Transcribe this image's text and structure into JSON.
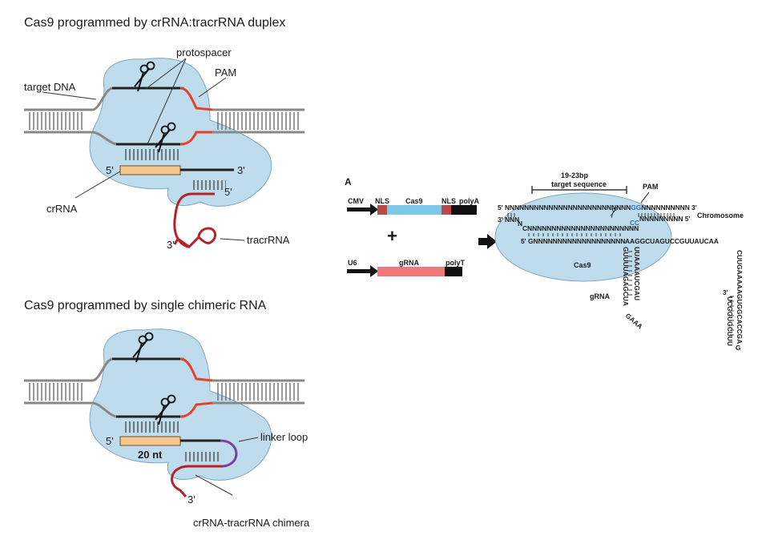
{
  "left_panel": {
    "title_duplex": "Cas9 programmed by crRNA:tracrRNA duplex",
    "title_chimeric": "Cas9 programmed by single chimeric RNA",
    "label_target_dna": "target DNA",
    "label_protospacer": "protospacer",
    "label_pam": "PAM",
    "label_crrna": "crRNA",
    "label_tracrrna": "tracrRNA",
    "label_5prime": "5'",
    "label_3prime": "3'",
    "label_20nt": "20 nt",
    "label_linker_loop": "linker loop",
    "label_chimera": "crRNA-tracrRNA chimera"
  },
  "right_panel": {
    "panel_letter": "A",
    "construct1": {
      "promoter": "CMV",
      "nls_left": "NLS",
      "gene": "Cas9",
      "nls_right": "NLS",
      "terminator": "polyA"
    },
    "plus": "+",
    "construct2": {
      "promoter": "U6",
      "gene": "gRNA",
      "terminator": "polyT"
    },
    "bracket_label_line1": "19-23bp",
    "bracket_label_line2": "target sequence",
    "pam": "PAM",
    "chromosome": "Chromosome",
    "cas9": "Cas9",
    "grna": "gRNA",
    "seq_top": "5' NNNNNNNNNNNNNNNNNNNNNNNNNN",
    "seq_top_gg": "GG",
    "seq_top_end": "NNNNNNNNNN 3'",
    "seq_bottom_left": "3' NNN",
    "seq_bottom_n": "N",
    "seq_bottom_mid": "CNNNNNNNNNNNNNNNNNNNNNNN",
    "seq_bottom_cc": "CC",
    "seq_bottom_end": "NNNNNNNNN 5'",
    "seq_guide": "5' GNNNNNNNNNNNNNNNNNNN",
    "seq_guide_tail": "AAGGCUAGUCCGUUAUCAA",
    "seq_stem_left": "GUUUUAGAGCUA",
    "seq_stem_right": "UUAAAAUCGAU",
    "seq_loop": "GAAA",
    "seq_hairpin_down": "CUUGAAAAAGUGGCACCGA",
    "seq_hairpin_up": "UCGGUGCUUU",
    "seq_hairpin_g": "G",
    "seq_3prime": "3'"
  },
  "colors": {
    "cas9_blue": "#bfdcec",
    "cas9_stroke": "#7aa7c3",
    "pam_red": "#e8402a",
    "rna_red": "#b8202a",
    "crrna_orange": "#f6c68a",
    "linker_purple": "#7a3fa0",
    "cas9_gene": "#7ec8e8",
    "grna_gene": "#f0787a",
    "nls_red": "#b84a4a",
    "cc_blue": "#2e6fb0"
  }
}
